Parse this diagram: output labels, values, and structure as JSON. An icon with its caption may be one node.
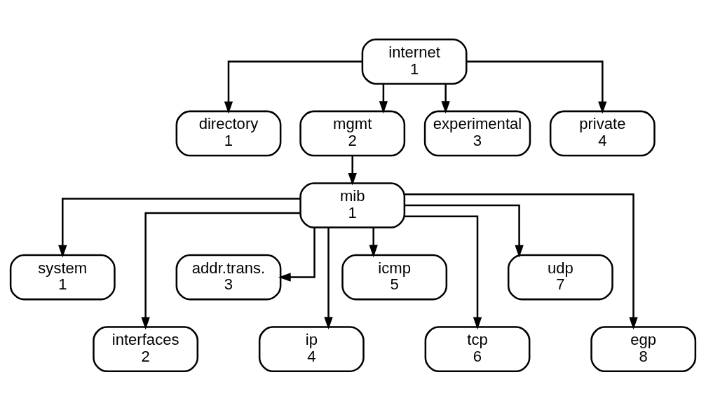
{
  "diagram": {
    "nodes": [
      {
        "text": [
          "internet",
          "1"
        ]
      },
      {
        "text": [
          "directory",
          "1"
        ]
      },
      {
        "text": [
          "mgmt",
          "2"
        ]
      },
      {
        "text": [
          "experimental",
          "3"
        ]
      },
      {
        "text": [
          "private",
          "4"
        ]
      },
      {
        "text": [
          "mib",
          "1"
        ]
      },
      {
        "text": [
          "system",
          "1"
        ]
      },
      {
        "text": [
          "interfaces",
          "2"
        ]
      },
      {
        "text": [
          "addr.trans.",
          "3"
        ]
      },
      {
        "text": [
          "ip",
          "4"
        ]
      },
      {
        "text": [
          "icmp",
          "5"
        ]
      },
      {
        "text": [
          "tcp",
          "6"
        ]
      },
      {
        "text": [
          "udp",
          "7"
        ]
      },
      {
        "text": [
          "egp",
          "8"
        ]
      }
    ],
    "edges": [
      {
        "from": 0,
        "to": 1,
        "arrow": "to"
      },
      {
        "from": 0,
        "to": 2,
        "arrow": "to"
      },
      {
        "from": 0,
        "to": 3,
        "arrow": "to"
      },
      {
        "from": 0,
        "to": 4,
        "arrow": "to"
      },
      {
        "from": 2,
        "to": 5,
        "arrow": "to"
      },
      {
        "from": 5,
        "to": 6,
        "arrow": "to"
      },
      {
        "from": 5,
        "to": 7,
        "arrow": "to"
      },
      {
        "from": 5,
        "to": 8,
        "arrow": "to"
      },
      {
        "from": 5,
        "to": 9,
        "arrow": "to"
      },
      {
        "from": 5,
        "to": 10,
        "arrow": "to"
      },
      {
        "from": 5,
        "to": 11,
        "arrow": "to"
      },
      {
        "from": 5,
        "to": 12,
        "arrow": "to"
      },
      {
        "from": 5,
        "to": 13,
        "arrow": "to"
      }
    ]
  }
}
